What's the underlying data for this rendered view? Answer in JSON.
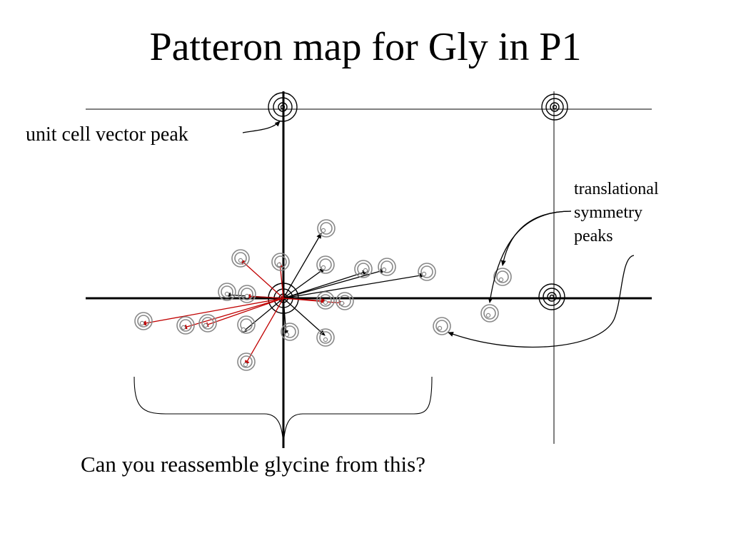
{
  "slide": {
    "title": "Patteron map for Gly in P1"
  },
  "labels": {
    "unit_cell_vector_peak": "unit cell vector peak",
    "translational_lines": [
      "translational",
      "symmetry",
      "peaks"
    ],
    "question": "Can you reassemble glycine from this?"
  },
  "colors": {
    "intramolecular_vector_red": "#c00000",
    "intramolecular_vector_black": "#000000",
    "peak_outline": "#888888",
    "axes": "#000000"
  }
}
